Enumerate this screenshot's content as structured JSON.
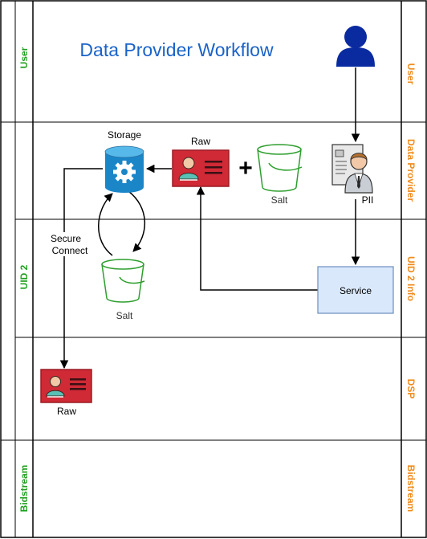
{
  "title": "Data Provider Workflow",
  "colors": {
    "title": "#1a63c8",
    "left_labels": "#22a022",
    "right_labels": "#f08c1e",
    "user_icon": "#0a2aa0",
    "card_fill": "#cf2a35",
    "card_dark": "#9b1c25",
    "bucket": "#2e9e2e",
    "bucket_fill": "#ffffff",
    "storage_top": "#56b9ea",
    "storage_body": "#1a86c8",
    "service_fill": "#dae8fc",
    "service_border": "#6c8ebf",
    "line": "#000000"
  },
  "lanes_left": {
    "user": "User",
    "uid2": "UID 2",
    "bidstream": "Bidstream"
  },
  "lanes_right": {
    "user": "User",
    "data_provider": "Data Provider",
    "uid2_info": "UID 2 Info",
    "dsp": "DSP",
    "bidstream": "Bidstream"
  },
  "nodes": {
    "storage": "Storage",
    "raw_top": "Raw",
    "plus": "+",
    "salt_top": "Salt",
    "pii": "PII",
    "salt_mid": "Salt",
    "service": "Service",
    "raw_bottom": "Raw"
  },
  "edges": {
    "secure_connect_line1": "Secure",
    "secure_connect_line2": "Connect"
  },
  "icons": {
    "user": "user-silhouette-icon",
    "storage": "database-gear-icon",
    "raw": "id-card-icon",
    "salt": "bucket-icon",
    "pii": "businessman-document-icon"
  }
}
